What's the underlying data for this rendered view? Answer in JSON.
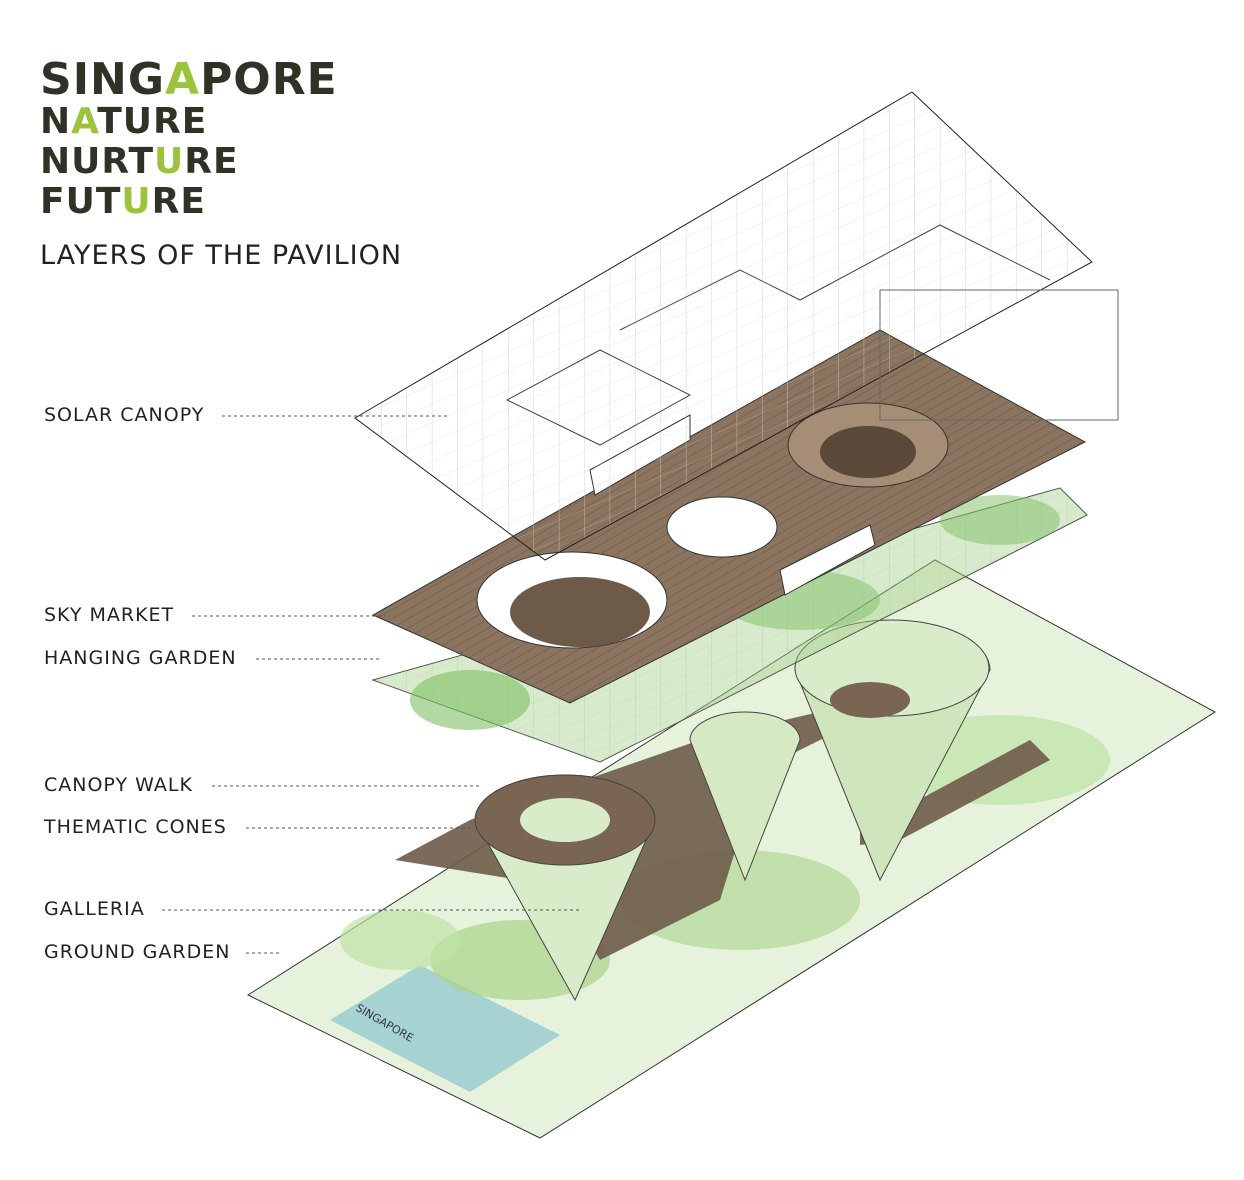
{
  "logo": {
    "lines": [
      {
        "pre": "SING",
        "green": "A",
        "post": "PORE"
      },
      {
        "pre": "N",
        "green": "A",
        "post": "TURE"
      },
      {
        "pre": "NURT",
        "green": "U",
        "post": "RE"
      },
      {
        "pre": "FUT",
        "green": "U",
        "post": "RE"
      }
    ]
  },
  "title": "LAYERS OF THE PAVILION",
  "layers": [
    "SOLAR CANOPY",
    "SKY MARKET",
    "HANGING GARDEN",
    "CANOPY WALK",
    "THEMATIC CONES",
    "GALLERIA",
    "GROUND GARDEN"
  ],
  "signage": "SINGAPORE",
  "colors": {
    "logo_dark": "#2e3326",
    "logo_green": "#9bc43c",
    "deck": "#8a7560",
    "garden": "#b9dba0",
    "water": "#9fcfcf"
  }
}
